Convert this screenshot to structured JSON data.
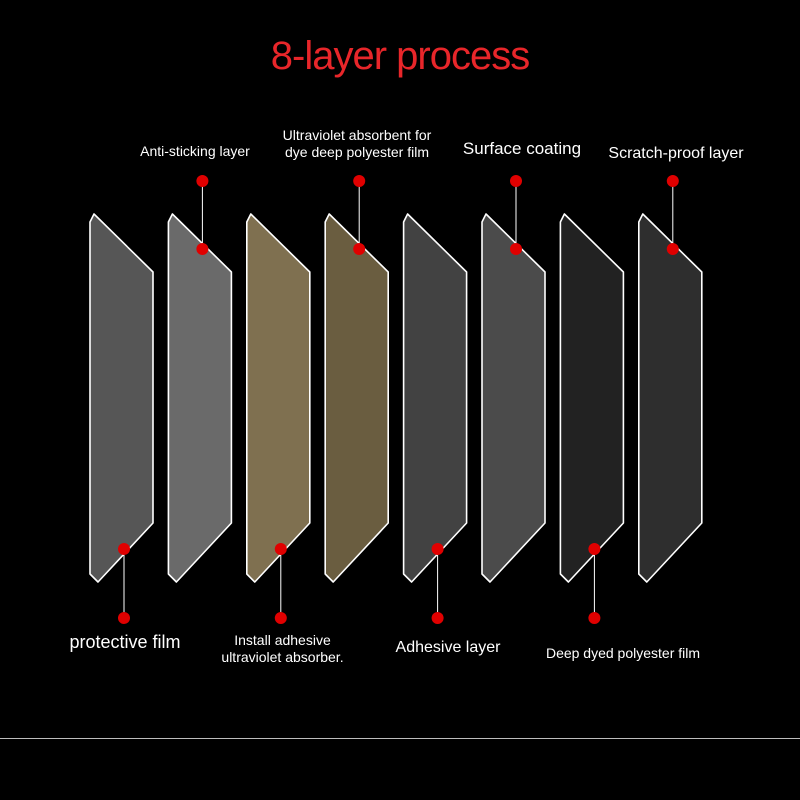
{
  "title": "8-layer process",
  "colors": {
    "title": "#e8262a",
    "marker": "#e00000",
    "outline": "#ffffff",
    "background": "#000000"
  },
  "layers": [
    {
      "fill": "#565656"
    },
    {
      "fill": "#6a6a6a"
    },
    {
      "fill": "#7f7050"
    },
    {
      "fill": "#6a5d40"
    },
    {
      "fill": "#424242"
    },
    {
      "fill": "#4b4b4b"
    },
    {
      "fill": "#222222"
    },
    {
      "fill": "#2e2e2e"
    }
  ],
  "labels_top": [
    {
      "text": "Anti-sticking layer",
      "layer": 2
    },
    {
      "text": "Ultraviolet absorbent for\ndye deep polyester film",
      "layer": 4
    },
    {
      "text": "Surface coating",
      "layer": 6
    },
    {
      "text": "Scratch-proof layer",
      "layer": 8
    }
  ],
  "labels_bottom": [
    {
      "text": "protective film",
      "layer": 1
    },
    {
      "text": "Install adhesive\nultraviolet absorber.",
      "layer": 3
    },
    {
      "text": "Adhesive layer",
      "layer": 5
    },
    {
      "text": "Deep dyed polyester film",
      "layer": 7
    }
  ]
}
